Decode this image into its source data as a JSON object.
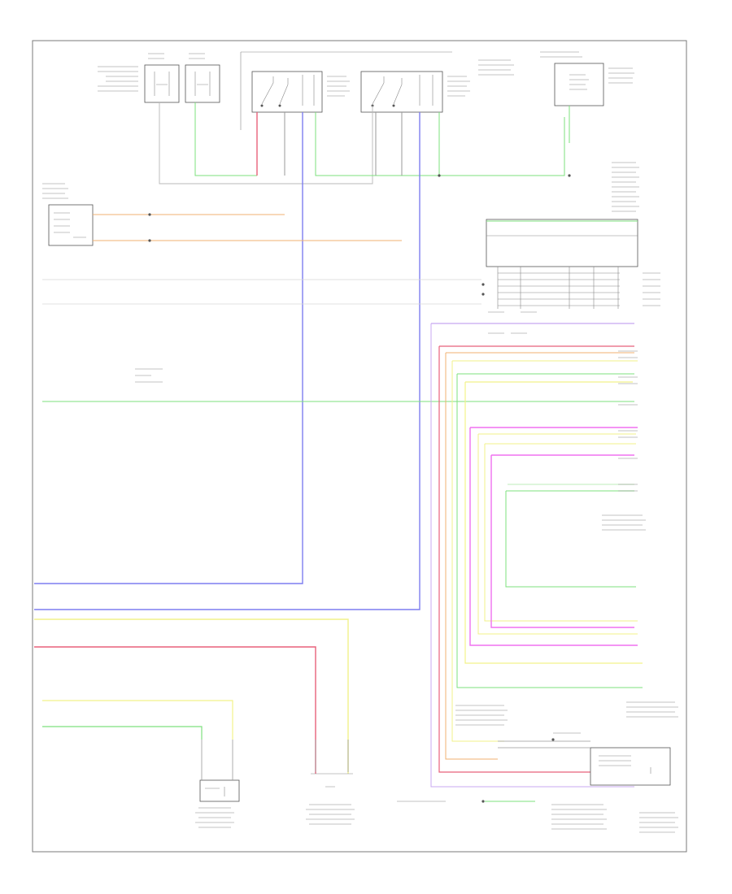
{
  "diagram": {
    "corner_label": "",
    "wire_colors": {
      "green": "#7ee07e",
      "blue": "#7d7df0",
      "yellow": "#f2f28a",
      "red": "#e8607a",
      "magenta": "#f070f0",
      "orange": "#f0b070",
      "tan": "#d8c8a0",
      "gray": "#b0b0b0",
      "pink": "#f4a0b8",
      "lightgreen": "#a8e8a0",
      "violet": "#c8a8f0"
    },
    "components": [
      {
        "id": "relay-1",
        "label": ""
      },
      {
        "id": "relay-2",
        "label": ""
      },
      {
        "id": "switch-1",
        "label": ""
      },
      {
        "id": "switch-2",
        "label": ""
      },
      {
        "id": "module-top-right",
        "label": ""
      },
      {
        "id": "sensor-left",
        "label": ""
      },
      {
        "id": "sensor-bottom-left",
        "label": ""
      },
      {
        "id": "sensor-bottom-mid",
        "label": ""
      },
      {
        "id": "ecu-bottom-right",
        "label": ""
      }
    ]
  }
}
